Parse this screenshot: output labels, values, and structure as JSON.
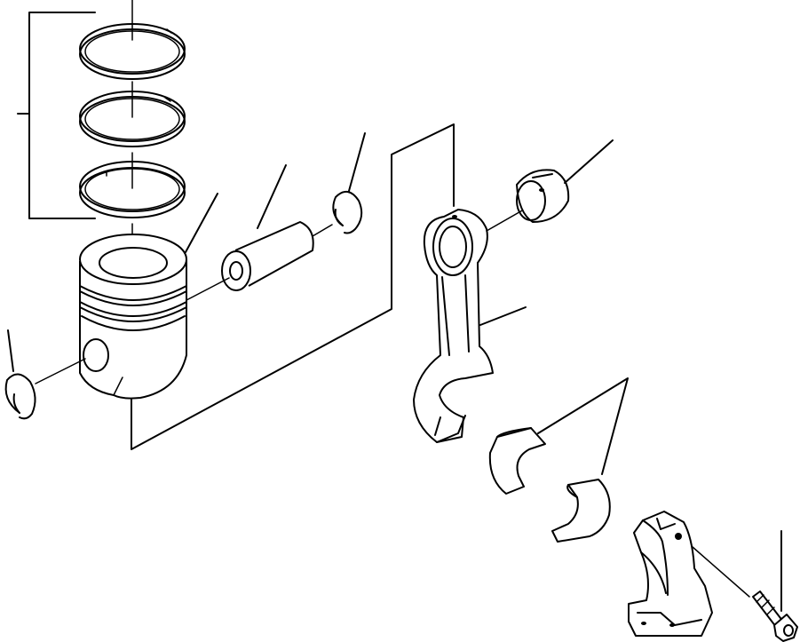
{
  "diagram": {
    "background": "#ffffff",
    "line_color": "#000000",
    "parts": [
      "piston-ring-top",
      "piston-ring-second",
      "piston-ring-oil",
      "piston",
      "piston-pin",
      "snap-ring-right",
      "snap-ring-left",
      "connecting-rod",
      "small-end-bushing",
      "bearing-shell-upper",
      "bearing-shell-lower",
      "connecting-rod-cap",
      "rod-bolt"
    ]
  }
}
